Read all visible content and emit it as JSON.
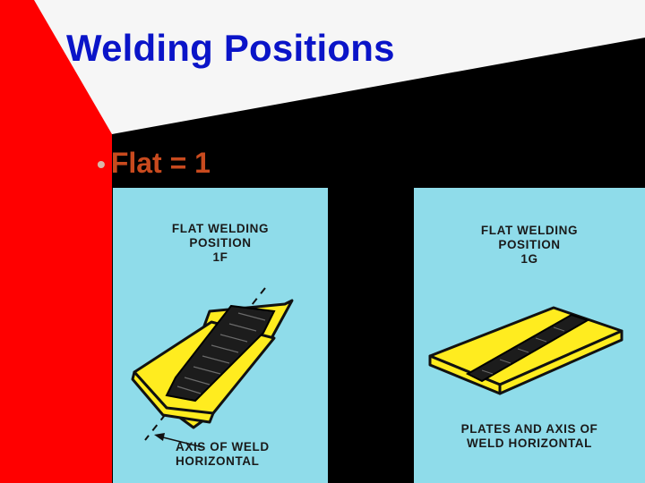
{
  "slide": {
    "title": "Welding Positions",
    "bullet_text": "Flat = 1"
  },
  "panels": [
    {
      "id": "1F",
      "heading_line1": "FLAT WELDING",
      "heading_line2": "POSITION",
      "heading_line3": "1F",
      "caption_line1": "AXIS OF WELD",
      "caption_line2": "HORIZONTAL"
    },
    {
      "id": "1G",
      "heading_line1": "FLAT WELDING",
      "heading_line2": "POSITION",
      "heading_line3": "1G",
      "caption_line1": "PLATES AND AXIS OF",
      "caption_line2": "WELD HORIZONTAL"
    }
  ],
  "colors": {
    "title": "#0a14c8",
    "bullet_text": "#c84a1e",
    "red_band": "#ff0000",
    "panel_bg": "#8fdcea",
    "plate_yellow": "#ffec1f"
  }
}
